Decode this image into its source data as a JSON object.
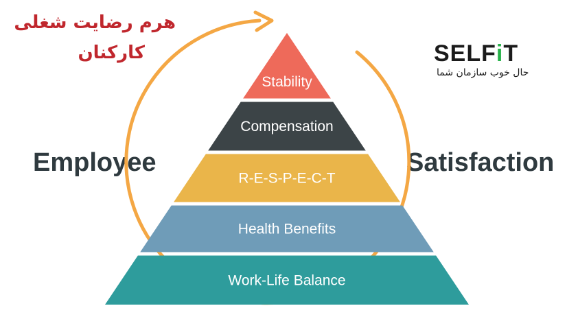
{
  "title": {
    "line1": "هرم رضایت شغلی",
    "line2": "کارکنان"
  },
  "logo": {
    "word_main": "SELF",
    "word_i": "i",
    "word_t": "T",
    "tagline": "حال خوب سازمان شما"
  },
  "side_labels": {
    "left": "Employee",
    "right": "Satisfaction"
  },
  "pyramid": {
    "levels": [
      {
        "label": "Stability",
        "color": "#ee6a5a",
        "text_color": "#ffffff"
      },
      {
        "label": "Compensation",
        "color": "#3c4447",
        "text_color": "#ffffff"
      },
      {
        "label": "R-E-S-P-E-C-T",
        "color": "#eab54a",
        "text_color": "#ffffff"
      },
      {
        "label": "Health Benefits",
        "color": "#6f9cb8",
        "text_color": "#ffffff"
      },
      {
        "label": "Work-Life Balance",
        "color": "#2e9c9c",
        "text_color": "#ffffff"
      }
    ]
  },
  "colors": {
    "cycle_ring": "#f4a744",
    "title_red": "#c0272d",
    "logo_green": "#27b24a"
  }
}
